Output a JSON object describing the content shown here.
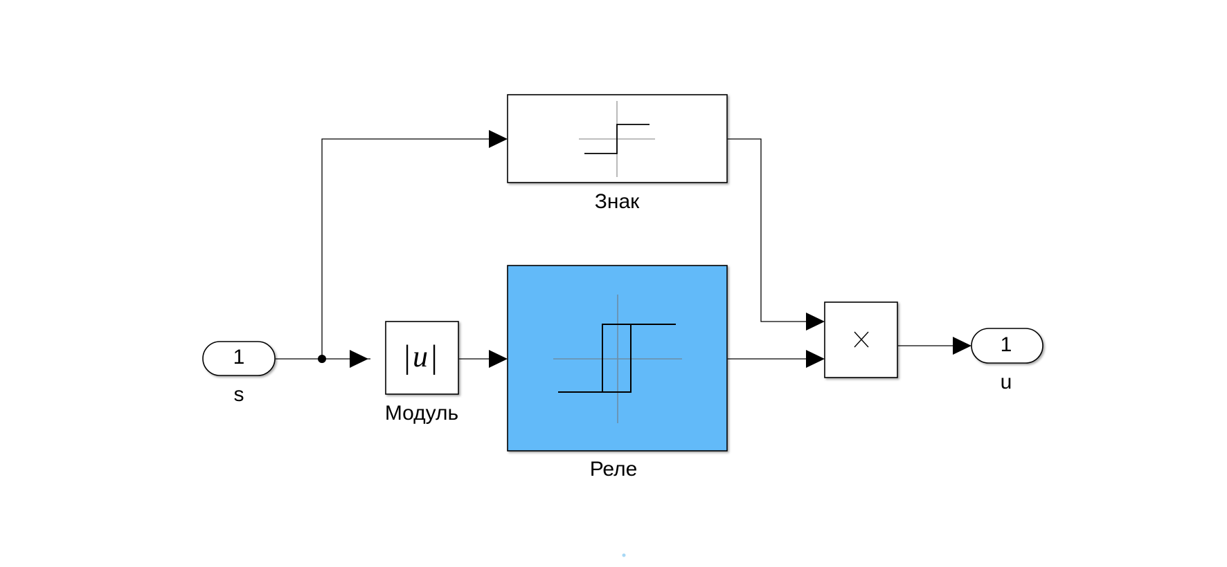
{
  "diagram": {
    "inport": {
      "number": "1",
      "name": "s"
    },
    "outport": {
      "number": "1",
      "name": "u"
    },
    "blocks": {
      "sign": {
        "name": "Знак"
      },
      "abs": {
        "name": "Модуль",
        "text": "u"
      },
      "relay": {
        "name": "Реле",
        "color": "#62baf9"
      },
      "product": {
        "symbol": "×"
      }
    }
  }
}
